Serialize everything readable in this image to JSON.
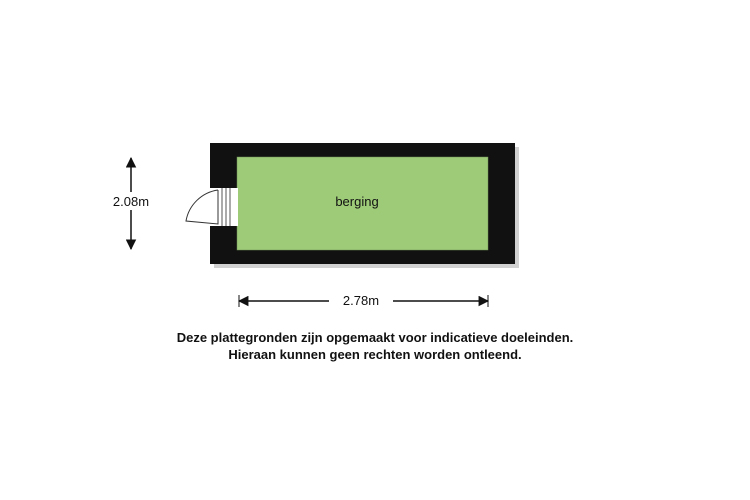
{
  "room": {
    "label": "berging",
    "fill_color": "#9ecb78",
    "wall_color": "#111111"
  },
  "dimensions": {
    "height": "2.08m",
    "width": "2.78m"
  },
  "disclaimer": {
    "line1": "Deze plattegronden zijn opgemaakt voor indicatieve doeleinden.",
    "line2": "Hieraan kunnen geen rechten worden ontleend."
  }
}
